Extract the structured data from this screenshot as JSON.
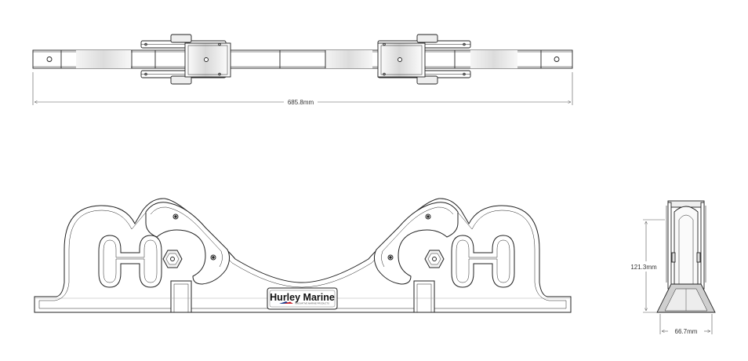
{
  "drawing": {
    "top_view": {
      "length_label": "685.8mm"
    },
    "side_view": {
      "height_label": "121.3mm",
      "width_label": "66.7mm"
    },
    "front_view": {
      "logo": {
        "brand": "Hurley Marine",
        "tagline": "INNOVATIVE MARINE PRODUCTS",
        "colors": [
          "#1f3f8f",
          "#c8202a"
        ]
      }
    }
  },
  "colors": {
    "line": "#222222",
    "dim": "#555555",
    "shade": "#bfbfbf"
  }
}
